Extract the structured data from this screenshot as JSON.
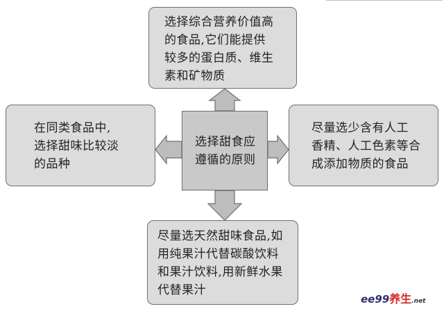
{
  "diagram": {
    "center": {
      "lines": [
        "选择甜食应",
        "遵循的原则"
      ]
    },
    "top": {
      "lines": [
        "选择综合营养价值高",
        "的食品,它们能提供",
        "较多的蛋白质、维生",
        "素和矿物质"
      ]
    },
    "left": {
      "lines": [
        "在同类食品中,",
        "选择甜味比较淡",
        "的品种"
      ]
    },
    "right": {
      "lines": [
        "尽量选少含有人工",
        "香精、人工色素等合",
        "成添加物质的食品"
      ]
    },
    "bottom": {
      "lines": [
        "尽量选天然甜味食品,如",
        "用纯果汁代替碳酸饮料",
        "和果汁饮料,用新鲜水果",
        "代替果汁"
      ]
    }
  },
  "watermark": {
    "prefix": "ee99",
    "mid": "养生",
    "tld": ".net"
  },
  "colors": {
    "box_fill": "#dcdcdc",
    "center_fill": "#c9c9c9",
    "border": "#6e6e6e",
    "arrow_fill": "#bdbdbd"
  }
}
